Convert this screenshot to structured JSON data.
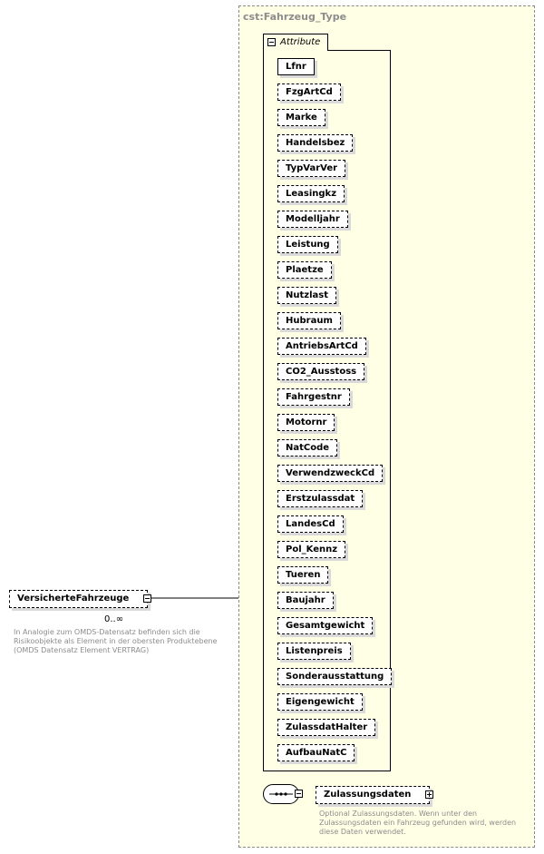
{
  "type": {
    "title": "cst:Fahrzeug_Type"
  },
  "attribute_group": {
    "label": "Attribute"
  },
  "attributes": [
    {
      "name": "Lfnr",
      "required": true
    },
    {
      "name": "FzgArtCd",
      "required": false
    },
    {
      "name": "Marke",
      "required": false
    },
    {
      "name": "Handelsbez",
      "required": false
    },
    {
      "name": "TypVarVer",
      "required": false
    },
    {
      "name": "Leasingkz",
      "required": false
    },
    {
      "name": "Modelljahr",
      "required": false
    },
    {
      "name": "Leistung",
      "required": false
    },
    {
      "name": "Plaetze",
      "required": false
    },
    {
      "name": "Nutzlast",
      "required": false
    },
    {
      "name": "Hubraum",
      "required": false
    },
    {
      "name": "AntriebsArtCd",
      "required": false
    },
    {
      "name": "CO2_Ausstoss",
      "required": false
    },
    {
      "name": "Fahrgestnr",
      "required": false
    },
    {
      "name": "Motornr",
      "required": false
    },
    {
      "name": "NatCode",
      "required": false
    },
    {
      "name": "VerwendzweckCd",
      "required": false
    },
    {
      "name": "Erstzulassdat",
      "required": false
    },
    {
      "name": "LandesCd",
      "required": false
    },
    {
      "name": "Pol_Kennz",
      "required": false
    },
    {
      "name": "Tueren",
      "required": false
    },
    {
      "name": "Baujahr",
      "required": false
    },
    {
      "name": "Gesamtgewicht",
      "required": false
    },
    {
      "name": "Listenpreis",
      "required": false
    },
    {
      "name": "Sonderausstattung",
      "required": false
    },
    {
      "name": "Eigengewicht",
      "required": false
    },
    {
      "name": "ZulassdatHalter",
      "required": false
    },
    {
      "name": "AufbauNatC",
      "required": false
    }
  ],
  "root": {
    "name": "VersicherteFahrzeuge",
    "cardinality": "0..∞",
    "doc": [
      "In Analogie zum OMDS-Datensatz befinden sich die",
      "Risikoobjekte als Element in der obersten Produktebene",
      "(OMDS Datensatz Element VERTRAG)"
    ]
  },
  "child": {
    "name": "Zulassungsdaten",
    "doc": [
      "Optional Zulassungsdaten. Wenn unter den",
      "Zulassungsdaten ein Fahrzeug gefunden wird, werden",
      "diese Daten verwendet."
    ]
  }
}
